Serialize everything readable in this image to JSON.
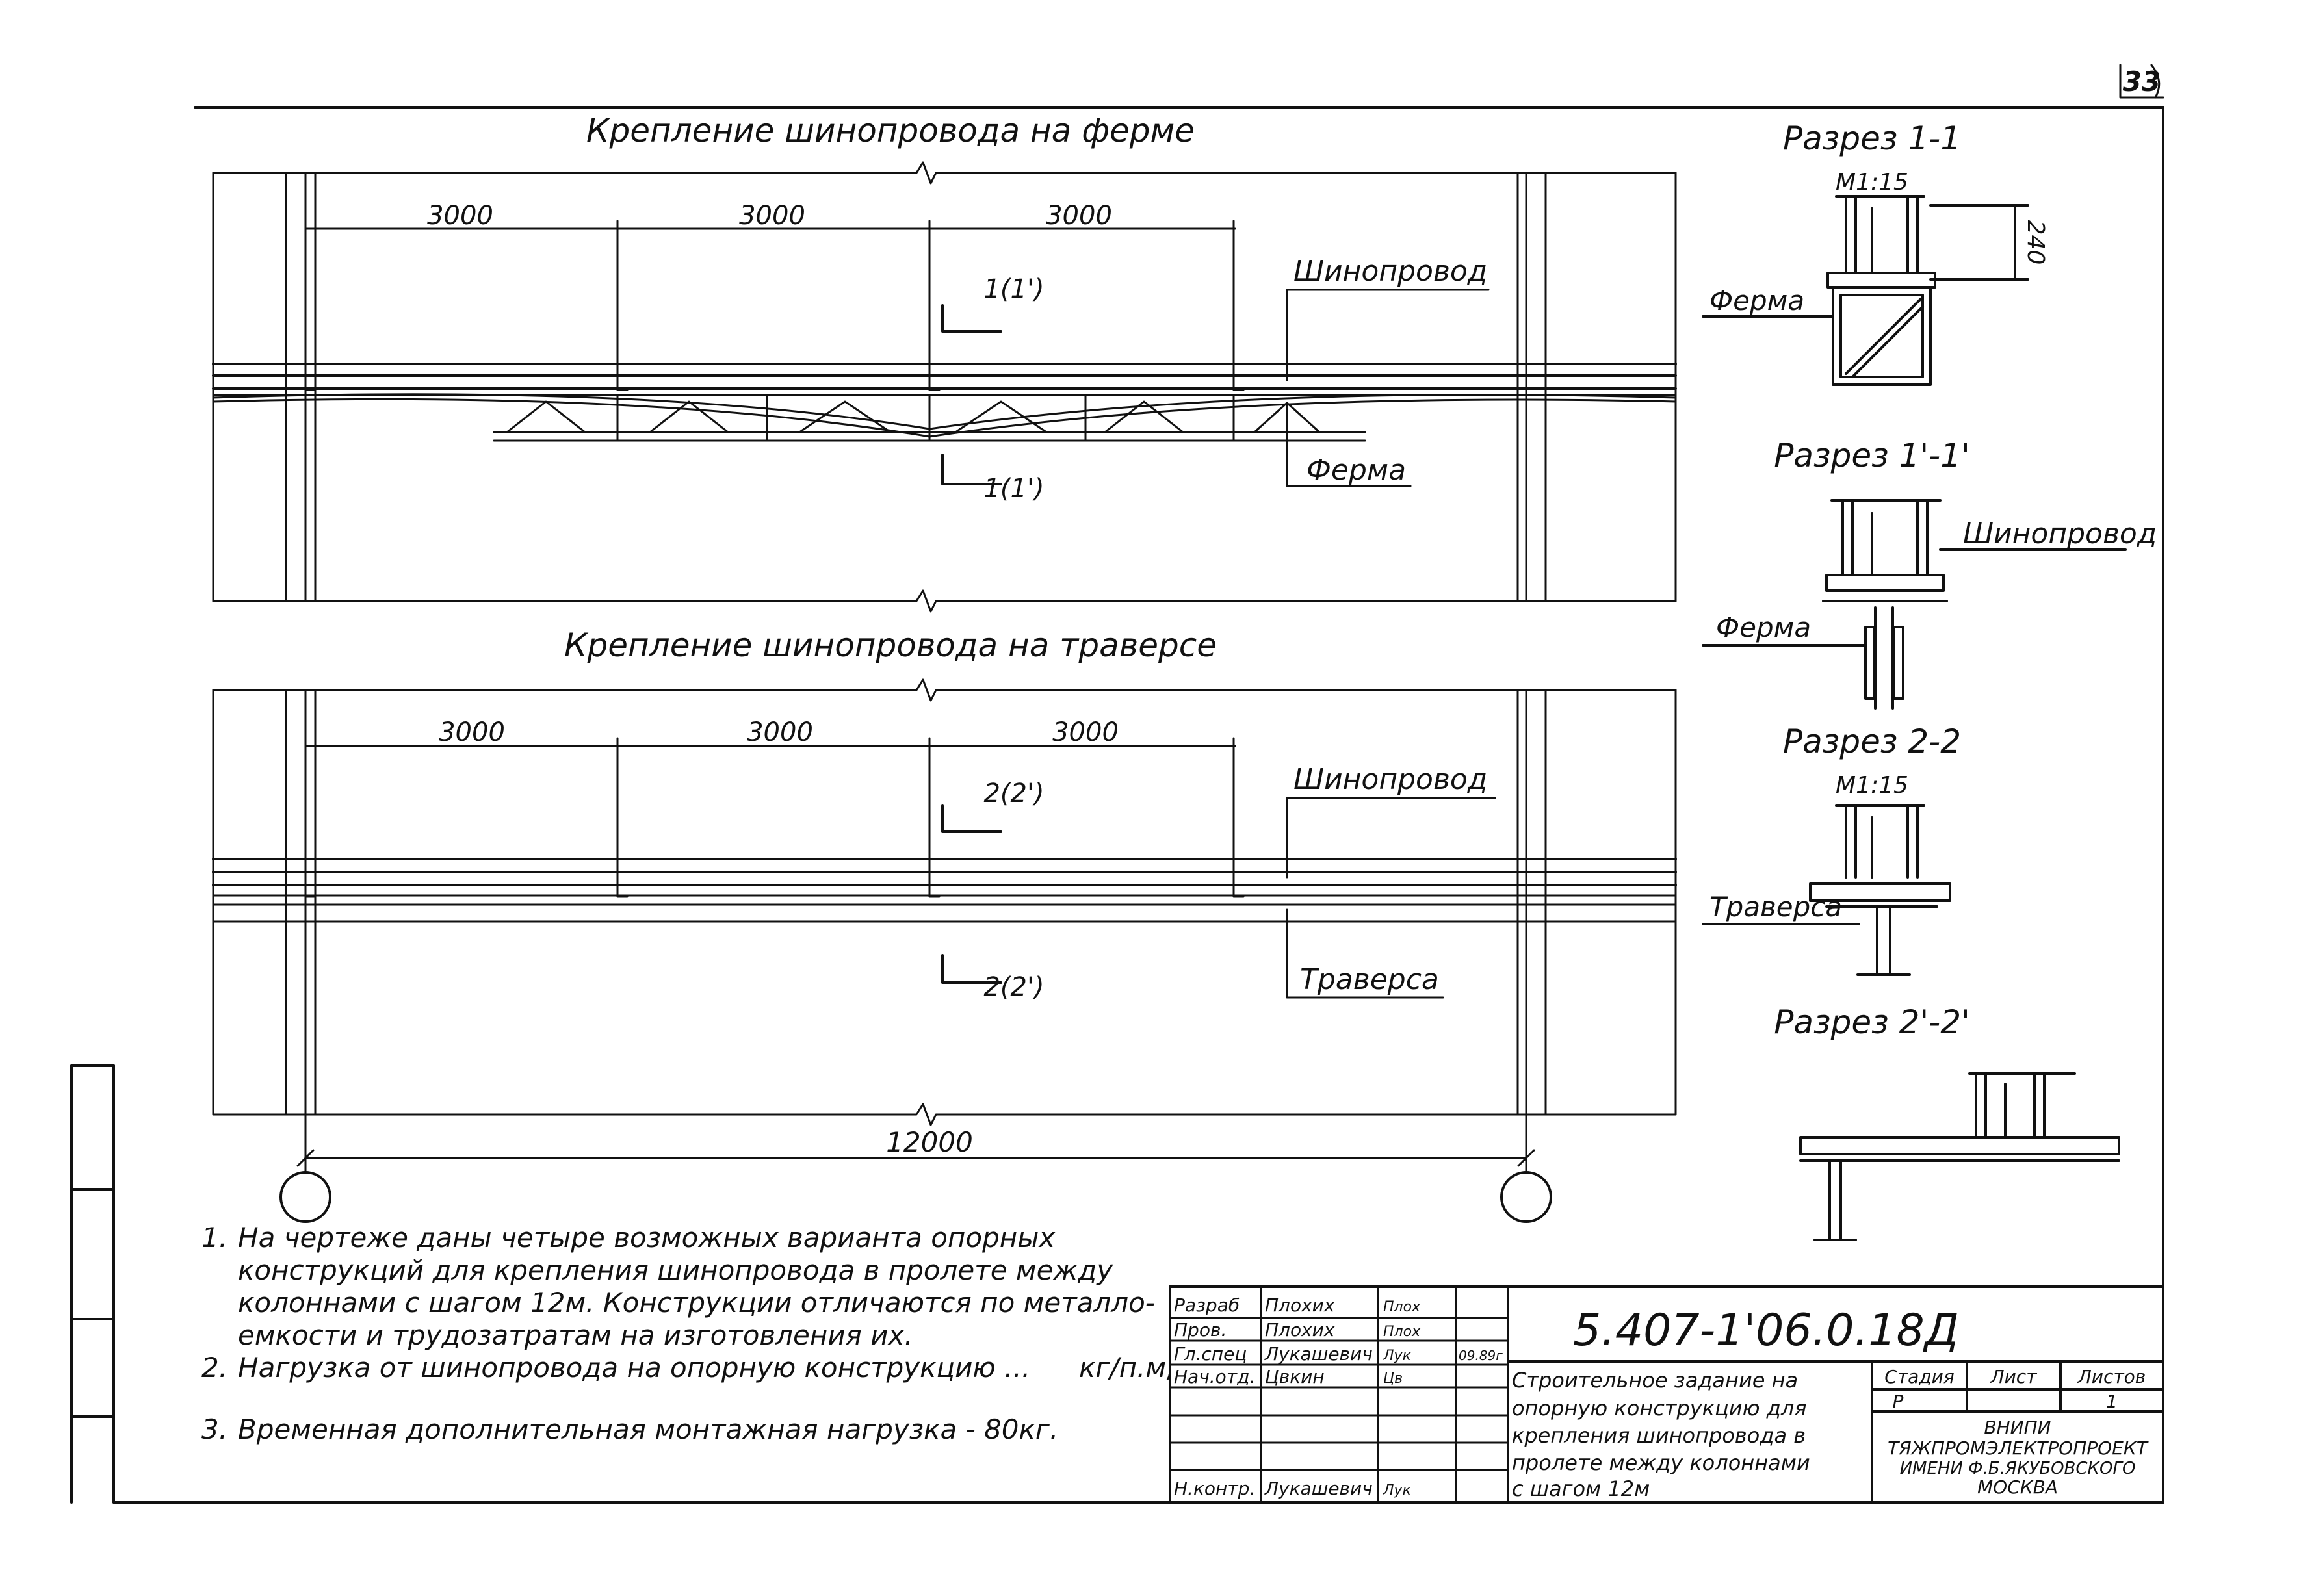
{
  "sheet": {
    "number": "33"
  },
  "views": {
    "truss": {
      "title": "Крепление шинопровода на ферме",
      "dims": [
        "3000",
        "3000",
        "3000"
      ],
      "cut_top": "1(1')",
      "cut_bottom": "1(1')",
      "label_busbar": "Шинопровод",
      "label_support": "Ферма"
    },
    "traverse": {
      "title": "Крепление шинопровода на траверсе",
      "dims": [
        "3000",
        "3000",
        "3000"
      ],
      "cut_top": "2(2')",
      "cut_bottom": "2(2')",
      "label_busbar": "Шинопровод",
      "label_support": "Траверса",
      "span": "12000"
    }
  },
  "sections": {
    "s11": {
      "title": "Разрез 1-1",
      "scale": "М1:15",
      "dim": "240",
      "label": "Ферма"
    },
    "s11p": {
      "title": "Разрез 1'-1'",
      "label_busbar": "Шинопровод",
      "label_support": "Ферма"
    },
    "s22": {
      "title": "Разрез 2-2",
      "scale": "М1:15",
      "label": "Траверса"
    },
    "s22p": {
      "title": "Разрез 2'-2'"
    }
  },
  "notes": [
    {
      "num": "1.",
      "lines": [
        "На чертеже даны четыре возможных варианта опорных",
        "конструкций для крепления шинопровода в пролете между",
        "колоннами с шагом 12м. Конструкции отличаются по металло-",
        "емкости и трудозатратам на изготовления их."
      ]
    },
    {
      "num": "2.",
      "lines": [
        "Нагрузка от шинопровода на опорную конструкцию ..."
      ],
      "unit": "кг/п.м,"
    },
    {
      "num": "3.",
      "lines": [
        "Временная дополнительная монтажная нагрузка - 80кг."
      ]
    }
  ],
  "title_block": {
    "doc_number": "5.407-1'06.0.18Д",
    "roles": [
      {
        "role": "Разраб",
        "name": "Плохих",
        "sign": "Плох",
        "date": ""
      },
      {
        "role": "Пров.",
        "name": "Плохих",
        "sign": "Плох",
        "date": ""
      },
      {
        "role": "Гл.спец",
        "name": "Лукашевич",
        "sign": "Лук",
        "date": "09.89г"
      },
      {
        "role": "Нач.отд.",
        "name": "Цвкин",
        "sign": "Цв",
        "date": ""
      },
      {
        "role": "",
        "name": "",
        "sign": "",
        "date": ""
      },
      {
        "role": "",
        "name": "",
        "sign": "",
        "date": ""
      },
      {
        "role": "Н.контр.",
        "name": "Лукашевич",
        "sign": "Лук",
        "date": ""
      }
    ],
    "description": [
      "Строительное задание на",
      "опорную конструкцию для",
      "крепления шинопровода в",
      "пролете между колоннами",
      "с шагом 12м"
    ],
    "headers": [
      "Стадия",
      "Лист",
      "Листов"
    ],
    "values": [
      "Р",
      "",
      "1"
    ],
    "org": [
      "ВНИПИ",
      "ТЯЖПРОМЭЛЕКТРОПРОЕКТ",
      "ИМЕНИ Ф.Б.ЯКУБОВСКОГО",
      "МОСКВА"
    ]
  }
}
